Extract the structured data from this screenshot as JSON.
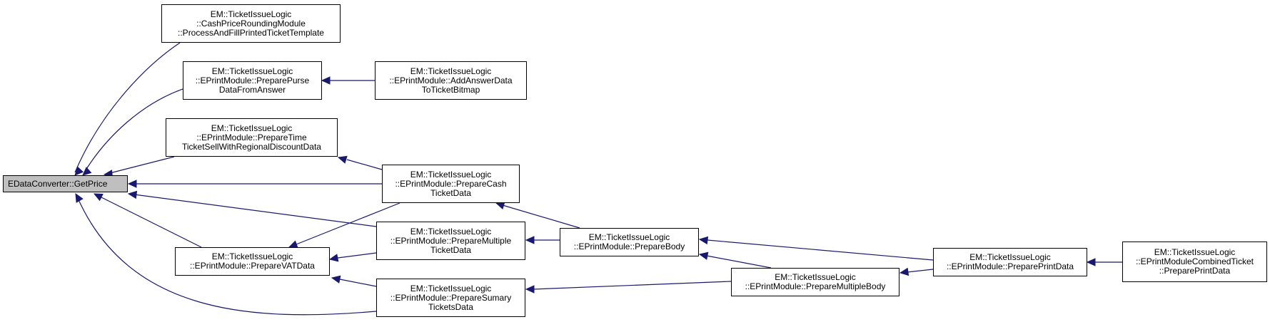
{
  "colors": {
    "edge": "#191970",
    "root_fill": "#bfbfbf",
    "node_fill": "#ffffff",
    "border": "#000000"
  },
  "nodes": {
    "root": {
      "lines": [
        "EDataConverter::GetPrice"
      ]
    },
    "cashRound": {
      "lines": [
        "EM::TicketIssueLogic",
        "::CashPriceRoundingModule",
        "::ProcessAndFillPrintedTicketTemplate"
      ]
    },
    "purse": {
      "lines": [
        "EM::TicketIssueLogic",
        "::EPrintModule::PreparePurse",
        "DataFromAnswer"
      ]
    },
    "answer": {
      "lines": [
        "EM::TicketIssueLogic",
        "::EPrintModule::AddAnswerData",
        "ToTicketBitmap"
      ]
    },
    "timeTicket": {
      "lines": [
        "EM::TicketIssueLogic",
        "::EPrintModule::PrepareTime",
        "TicketSellWithRegionalDiscountData"
      ]
    },
    "cash": {
      "lines": [
        "EM::TicketIssueLogic",
        "::EPrintModule::PrepareCash",
        "TicketData"
      ]
    },
    "vat": {
      "lines": [
        "EM::TicketIssueLogic",
        "::EPrintModule::PrepareVATData"
      ]
    },
    "multiple": {
      "lines": [
        "EM::TicketIssueLogic",
        "::EPrintModule::PrepareMultiple",
        "TicketData"
      ]
    },
    "summary": {
      "lines": [
        "EM::TicketIssueLogic",
        "::EPrintModule::PrepareSumary",
        "TicketsData"
      ]
    },
    "body": {
      "lines": [
        "EM::TicketIssueLogic",
        "::EPrintModule::PrepareBody"
      ]
    },
    "multiBody": {
      "lines": [
        "EM::TicketIssueLogic",
        "::EPrintModule::PrepareMultipleBody"
      ]
    },
    "printData": {
      "lines": [
        "EM::TicketIssueLogic",
        "::EPrintModule::PreparePrintData"
      ]
    },
    "combined": {
      "lines": [
        "EM::TicketIssueLogic",
        "::EPrintModuleCombinedTicket",
        "::PreparePrintData"
      ]
    }
  },
  "edges": [
    [
      "cashRound",
      "root"
    ],
    [
      "purse",
      "root"
    ],
    [
      "timeTicket",
      "root"
    ],
    [
      "cash",
      "root"
    ],
    [
      "multiple",
      "root"
    ],
    [
      "vat",
      "root"
    ],
    [
      "summary",
      "root"
    ],
    [
      "answer",
      "purse"
    ],
    [
      "cash",
      "timeTicket"
    ],
    [
      "cash",
      "vat"
    ],
    [
      "multiple",
      "vat"
    ],
    [
      "summary",
      "vat"
    ],
    [
      "body",
      "cash"
    ],
    [
      "body",
      "multiple"
    ],
    [
      "multiBody",
      "summary"
    ],
    [
      "printData",
      "body"
    ],
    [
      "multiBody",
      "body"
    ],
    [
      "printData",
      "multiBody"
    ],
    [
      "combined",
      "printData"
    ]
  ]
}
